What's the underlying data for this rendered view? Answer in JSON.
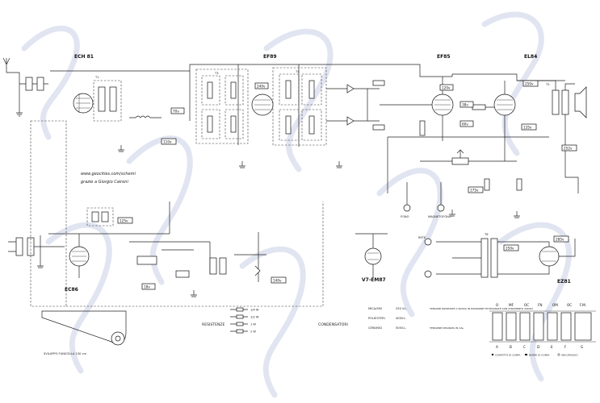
{
  "diagram": {
    "tubes": [
      {
        "id": "ECH81",
        "label": "ECH 81"
      },
      {
        "id": "EF89",
        "label": "EF89"
      },
      {
        "id": "EF85",
        "label": "EF85"
      },
      {
        "id": "EL84",
        "label": "EL84"
      },
      {
        "id": "EC86",
        "label": "EC86"
      },
      {
        "id": "EM87",
        "label": "V7-EM87"
      },
      {
        "id": "EZ81",
        "label": "EZ81"
      }
    ],
    "credit": {
      "url": "www.geocities.com/schemi",
      "thanks": "grazie a Giorgio Caironi"
    },
    "voltages": [
      "70v",
      "110v",
      "240v",
      "38v",
      "135v",
      "252v",
      "120v",
      "175v",
      "60v",
      "250v",
      "18v",
      "140v",
      "125v",
      "250v",
      "285v"
    ],
    "legends": {
      "resistors_title": "RESISTENZE",
      "resistor_watts": [
        "1/4 W",
        "1/2 W",
        "1 W",
        "2 W"
      ],
      "capacitors_title": "CONDENSATORI",
      "capacitors": [
        {
          "name": "MICA/SMI",
          "volt": "250 V.L."
        },
        {
          "name": "POLIESTERI",
          "volt": "400V.L."
        },
        {
          "name": "CERAMICI",
          "volt": "500V.L."
        }
      ],
      "notes": [
        "TENSIONI RIPORTATE A MASSA IN POSIZIONE FM MISURATE CON STRUMENTO 20kΩ/V",
        "TENSIONE MISURATA IN CAL."
      ]
    },
    "dial_caption": "SVILUPPO FUNICELLA 150 cm",
    "switch_table": {
      "columns": [
        "O",
        "MF",
        "OC",
        "FN",
        "OM",
        "OC",
        "F.M."
      ],
      "row_letters": [
        "A",
        "B",
        "C",
        "D",
        "E",
        "F",
        "G"
      ],
      "legend": [
        "CONTATTO DI COMM.",
        "BARRE DI COMM.",
        "ANCORAGGIO"
      ]
    },
    "labels": {
      "fono": "FONO",
      "magnetofono": "MAGNETOFONO",
      "rete": "RETE"
    }
  }
}
